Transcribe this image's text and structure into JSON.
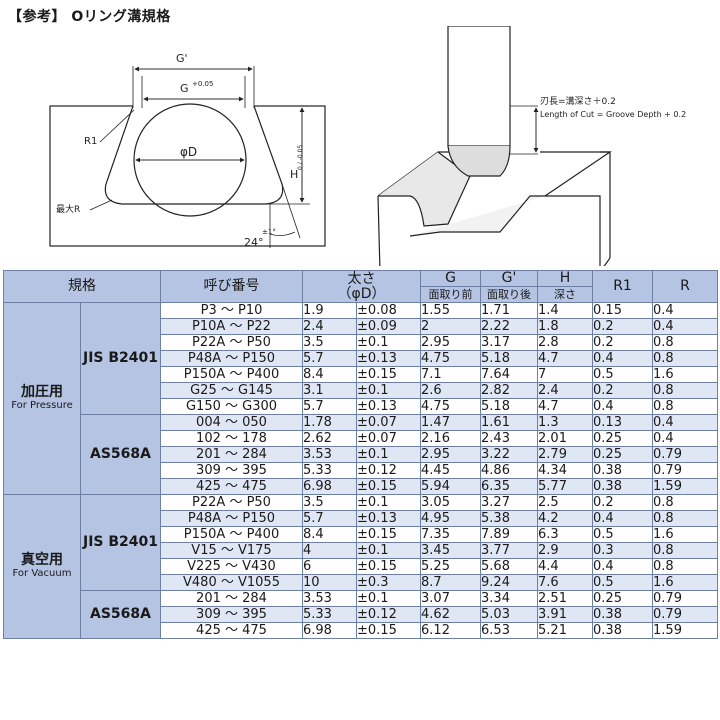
{
  "title": "【参考】 Oリング溝規格",
  "diagram": {
    "g_prime": "G'",
    "g_tol": "G ",
    "g_tol_sup": "+0.05",
    "g_tol_sub": "0",
    "phi_d": "φD",
    "h_label": "H",
    "h_tol": "0 / -0.05",
    "r1": "R1",
    "max_r": "最大R",
    "angle": "24°",
    "angle_tol": "±1°",
    "note_jp": "刃長=溝深さ＋0.2",
    "note_en": "Length of Cut = Groove Depth + 0.2"
  },
  "headers": {
    "spec": "規格",
    "call_no": "呼び番号",
    "thickness": "太さ",
    "thickness_sub": "（φD）",
    "g": "G",
    "g_sub": "面取り前",
    "g_prime": "G'",
    "g_prime_sub": "面取り後",
    "h": "H",
    "h_sub": "深さ",
    "r1": "R1",
    "r": "R"
  },
  "categories": [
    {
      "name": "加圧用",
      "en": "For Pressure",
      "groups": [
        {
          "std": "JIS B2401",
          "rows": [
            {
              "size": "P3 ～ P10",
              "d": "1.9",
              "tol": "±0.08",
              "g": "1.55",
              "gp": "1.71",
              "h": "1.4",
              "r1": "0.15",
              "r": "0.4"
            },
            {
              "size": "P10A ～ P22",
              "d": "2.4",
              "tol": "±0.09",
              "g": "2",
              "gp": "2.22",
              "h": "1.8",
              "r1": "0.2",
              "r": "0.4"
            },
            {
              "size": "P22A ～ P50",
              "d": "3.5",
              "tol": "±0.1",
              "g": "2.95",
              "gp": "3.17",
              "h": "2.8",
              "r1": "0.2",
              "r": "0.8"
            },
            {
              "size": "P48A ～ P150",
              "d": "5.7",
              "tol": "±0.13",
              "g": "4.75",
              "gp": "5.18",
              "h": "4.7",
              "r1": "0.4",
              "r": "0.8"
            },
            {
              "size": "P150A ～ P400",
              "d": "8.4",
              "tol": "±0.15",
              "g": "7.1",
              "gp": "7.64",
              "h": "7",
              "r1": "0.5",
              "r": "1.6"
            },
            {
              "size": "G25 ～ G145",
              "d": "3.1",
              "tol": "±0.1",
              "g": "2.6",
              "gp": "2.82",
              "h": "2.4",
              "r1": "0.2",
              "r": "0.8"
            },
            {
              "size": "G150 ～ G300",
              "d": "5.7",
              "tol": "±0.13",
              "g": "4.75",
              "gp": "5.18",
              "h": "4.7",
              "r1": "0.4",
              "r": "0.8"
            }
          ]
        },
        {
          "std": "AS568A",
          "rows": [
            {
              "size": "004 ～ 050",
              "d": "1.78",
              "tol": "±0.07",
              "g": "1.47",
              "gp": "1.61",
              "h": "1.3",
              "r1": "0.13",
              "r": "0.4"
            },
            {
              "size": "102 ～ 178",
              "d": "2.62",
              "tol": "±0.07",
              "g": "2.16",
              "gp": "2.43",
              "h": "2.01",
              "r1": "0.25",
              "r": "0.4"
            },
            {
              "size": "201 ～ 284",
              "d": "3.53",
              "tol": "±0.1",
              "g": "2.95",
              "gp": "3.22",
              "h": "2.79",
              "r1": "0.25",
              "r": "0.79"
            },
            {
              "size": "309 ～ 395",
              "d": "5.33",
              "tol": "±0.12",
              "g": "4.45",
              "gp": "4.86",
              "h": "4.34",
              "r1": "0.38",
              "r": "0.79"
            },
            {
              "size": "425 ～ 475",
              "d": "6.98",
              "tol": "±0.15",
              "g": "5.94",
              "gp": "6.35",
              "h": "5.77",
              "r1": "0.38",
              "r": "1.59"
            }
          ]
        }
      ]
    },
    {
      "name": "真空用",
      "en": "For Vacuum",
      "groups": [
        {
          "std": "JIS B2401",
          "rows": [
            {
              "size": "P22A ～ P50",
              "d": "3.5",
              "tol": "±0.1",
              "g": "3.05",
              "gp": "3.27",
              "h": "2.5",
              "r1": "0.2",
              "r": "0.8"
            },
            {
              "size": "P48A ～ P150",
              "d": "5.7",
              "tol": "±0.13",
              "g": "4.95",
              "gp": "5.38",
              "h": "4.2",
              "r1": "0.4",
              "r": "0.8"
            },
            {
              "size": "P150A ～ P400",
              "d": "8.4",
              "tol": "±0.15",
              "g": "7.35",
              "gp": "7.89",
              "h": "6.3",
              "r1": "0.5",
              "r": "1.6"
            },
            {
              "size": "V15 ～ V175",
              "d": "4",
              "tol": "±0.1",
              "g": "3.45",
              "gp": "3.77",
              "h": "2.9",
              "r1": "0.3",
              "r": "0.8"
            },
            {
              "size": "V225 ～ V430",
              "d": "6",
              "tol": "±0.15",
              "g": "5.25",
              "gp": "5.68",
              "h": "4.4",
              "r1": "0.4",
              "r": "0.8"
            },
            {
              "size": "V480 ～ V1055",
              "d": "10",
              "tol": "±0.3",
              "g": "8.7",
              "gp": "9.24",
              "h": "7.6",
              "r1": "0.5",
              "r": "1.6"
            }
          ]
        },
        {
          "std": "AS568A",
          "rows": [
            {
              "size": "201 ～ 284",
              "d": "3.53",
              "tol": "±0.1",
              "g": "3.07",
              "gp": "3.34",
              "h": "2.51",
              "r1": "0.25",
              "r": "0.79"
            },
            {
              "size": "309 ～ 395",
              "d": "5.33",
              "tol": "±0.12",
              "g": "4.62",
              "gp": "5.03",
              "h": "3.91",
              "r1": "0.38",
              "r": "0.79"
            },
            {
              "size": "425 ～ 475",
              "d": "6.98",
              "tol": "±0.15",
              "g": "6.12",
              "gp": "6.53",
              "h": "5.21",
              "r1": "0.38",
              "r": "1.59"
            }
          ]
        }
      ]
    }
  ]
}
